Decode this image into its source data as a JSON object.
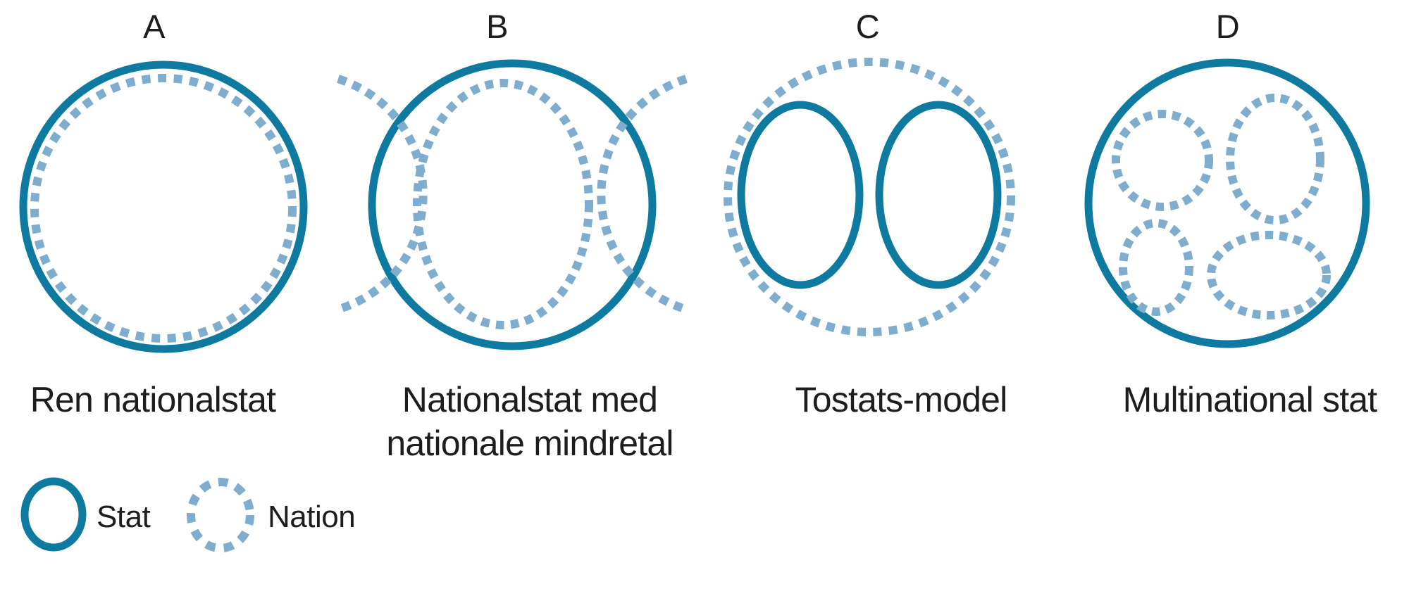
{
  "colors": {
    "background": "#ffffff",
    "state_solid": "#0f7aa0",
    "nation_dotted": "#7fadcd",
    "text": "#1d1d1b"
  },
  "panels": [
    {
      "letter": "A",
      "caption_lines": [
        "Ren nationalstat"
      ]
    },
    {
      "letter": "B",
      "caption_lines": [
        "Nationalstat med",
        "nationale mindretal"
      ]
    },
    {
      "letter": "C",
      "caption_lines": [
        "Tostats-model"
      ]
    },
    {
      "letter": "D",
      "caption_lines": [
        "Multinational stat"
      ]
    }
  ],
  "legend": {
    "items": [
      {
        "symbol": "solid-circle-icon",
        "label": "Stat"
      },
      {
        "symbol": "dotted-circle-icon",
        "label": "Nation"
      }
    ]
  }
}
